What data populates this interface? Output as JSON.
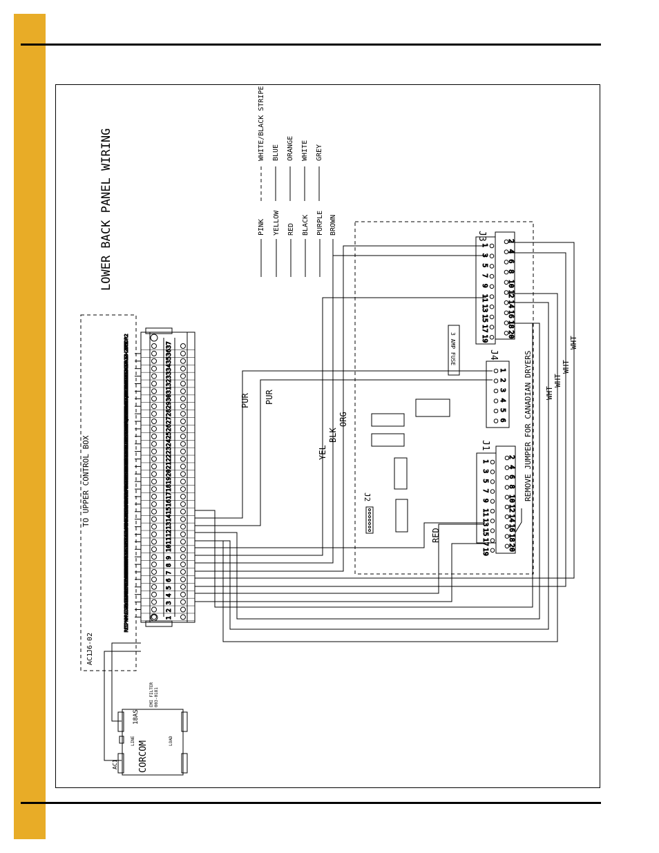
{
  "diagram": {
    "title": "LOWER BACK PANEL WIRING",
    "legend": {
      "left": [
        "PINK",
        "YELLOW",
        "RED",
        "BLACK",
        "PURPLE",
        "BROWN"
      ],
      "right": [
        "WHITE/BLACK STRIPE",
        "BLUE",
        "ORANGE",
        "WHITE",
        "GREY"
      ]
    },
    "control_box_label": "TO UPPER CONTROL BOX",
    "terminal_labels": [
      "RED --- J1-13",
      "PNK --- J1-16",
      "RED --- J1-17",
      "ORG --- J3-01",
      "BLK --- J3-03",
      "WHT --- J3-04",
      "YEL --- J3-11",
      "WHT --- J3-12",
      "WHT --- J3-14",
      "WHT --- J1-18",
      "PUR --- J4-01",
      "PUR --- J4-02",
      "BLU --- J6-03",
      "BLK --- J6-07",
      "WHT --- J6-07",
      "ORG --- J6-09",
      "BLK --- J6-12",
      "WHT --- J6-13",
      "BLK --- J6-14",
      "WHT --- J6-18",
      "RED --- J7-01",
      "RED --- J7-02",
      "RED --- J7-03",
      "RED --- J7-04",
      "RED --- J7-05",
      "RED --- J7-08",
      "BLU --- J7-09",
      "WHT/BLK J7-10",
      "BLU --- J7-11",
      "YEL --- J7-12",
      "WHT/BLK J7-13",
      "ORG --- J7-14",
      "GRY --- J7-19",
      "WHT --- J7-20",
      "BLK --- LITE",
      "PUR --- SOR2"
    ],
    "terminal_numbers": [
      "1",
      "2",
      "3",
      "4",
      "5",
      "6",
      "7",
      "8",
      "9",
      "10",
      "11",
      "12",
      "13",
      "14",
      "15",
      "16",
      "17",
      "18",
      "19",
      "20",
      "21",
      "22",
      "23",
      "24",
      "25",
      "26",
      "27",
      "28",
      "29",
      "30",
      "31",
      "32",
      "33",
      "34",
      "35",
      "36",
      "37"
    ],
    "ac_labels": [
      "J6-02",
      "AC1"
    ],
    "filter": {
      "name": "CORCOM",
      "model": "18AS",
      "desc": "EMI FILTER",
      "part": "003-0181",
      "line": "LINE",
      "load": "LOAD",
      "ac": "AC1"
    },
    "connectors": {
      "j3": {
        "name": "J3",
        "odd": [
          "1",
          "3",
          "5",
          "7",
          "9",
          "11",
          "13",
          "15",
          "17",
          "19"
        ],
        "even": [
          "2",
          "4",
          "6",
          "8",
          "10",
          "12",
          "14",
          "16",
          "18",
          "20"
        ]
      },
      "j4": {
        "name": "J4",
        "pins": [
          "1",
          "2",
          "3",
          "4",
          "5",
          "6"
        ]
      },
      "j1": {
        "name": "J1",
        "odd": [
          "1",
          "3",
          "5",
          "7",
          "9",
          "11",
          "13",
          "15",
          "17",
          "19"
        ],
        "even": [
          "2",
          "4",
          "6",
          "8",
          "10",
          "12",
          "14",
          "16",
          "18",
          "20"
        ]
      },
      "j2": {
        "name": "J2"
      }
    },
    "fuse_label": "3 AMP FUSE",
    "jumper_note": "REMOVE JUMPER FOR CANADIAN DRYERS",
    "wire_labels": [
      "PUR",
      "PUR",
      "YEL",
      "BLK",
      "ORG",
      "RED",
      "WHT",
      "WHT",
      "WHT",
      "WHT"
    ]
  }
}
